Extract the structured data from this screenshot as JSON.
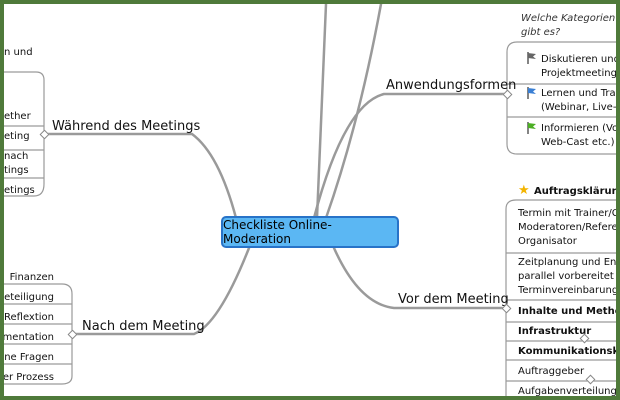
{
  "central": {
    "label": "Checkliste Online-Moderation"
  },
  "branches": {
    "waehrend": "Während des Meetings",
    "nach": "Nach dem Meeting",
    "anwendung": "Anwendungsformen",
    "vor": "Vor dem Meeting"
  },
  "left_top_items": [
    "n und",
    "ether",
    "eting",
    "nach",
    "tings",
    "etings"
  ],
  "nach_items": [
    "Finanzen",
    "Beteiligung",
    "Reflextion",
    "kumentation",
    "ene Fragen",
    "rer Prozess"
  ],
  "anwendung_items": {
    "question": [
      "Welche Kategorien w",
      "gibt es?"
    ],
    "discussion": [
      "Diskutieren und E",
      "Projektmeeting, V"
    ],
    "learning": [
      "Lernen und Train",
      "(Webinar, Live-O"
    ],
    "inform": [
      "Informieren (Vort",
      "Web-Cast etc.)"
    ]
  },
  "vor_items": {
    "auftrag": "Auftragsklärung",
    "termin": [
      "Termin mit Trainer/Co",
      "Moderatoren/Referen",
      "Organisator"
    ],
    "zeitplanung": [
      "Zeitplanung und Ents",
      "parallel vorbereitet w",
      "Terminvereinbarung!)"
    ],
    "inhalte": "Inhalte und Methoden",
    "infrastruktur": "Infrastruktur",
    "kommunikation": "Kommunikationskonz",
    "auftraggeber": "Auftraggeber",
    "aufgaben": "Aufgabenverteilung T"
  },
  "colors": {
    "central_fill": "#5bb7f3",
    "central_border": "#2873c8",
    "frame": "#4f7a3a",
    "connector": "#9a9a9a",
    "star": "#f3b400"
  }
}
